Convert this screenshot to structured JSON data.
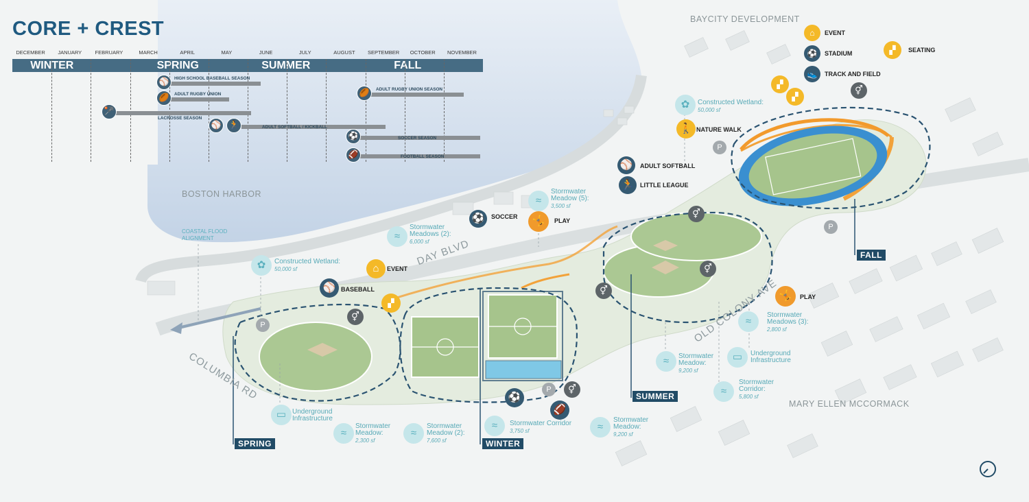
{
  "title": "CORE + CREST",
  "timeline": {
    "months": [
      "DECEMBER",
      "JANUARY",
      "FEBRUARY",
      "MARCH",
      "APRIL",
      "MAY",
      "JUNE",
      "JULY",
      "AUGUST",
      "SEPTEMBER",
      "OCTOBER",
      "NOVEMBER"
    ],
    "seasons": [
      "WINTER",
      "SPRING",
      "SUMMER",
      "FALL"
    ],
    "rows": [
      {
        "label": "HIGH SCHOOL BASEBALL SEASON",
        "icon": "baseball-icon"
      },
      {
        "label": "ADULT RUGBY UNION",
        "icon": "rugby-icon"
      },
      {
        "label": "LACROSSE SEASON",
        "icon": "lacrosse-icon"
      },
      {
        "label": "ADULT SOFTBALL / KICKBALL",
        "icon": "softball-icon"
      },
      {
        "label": "ADULT RUGBY UNION SEASON",
        "icon": "rugby-icon"
      },
      {
        "label": "SOCCER SEASON",
        "icon": "soccer-icon"
      },
      {
        "label": "FOOTBALL SEASON",
        "icon": "football-icon"
      }
    ]
  },
  "areas": {
    "baycity": "BAYCITY DEVELOPMENT",
    "harbor": "BOSTON HARBOR",
    "mary": "MARY ELLEN MCCORMACK",
    "coastal": "COASTAL FLOOD\nALIGNMENT"
  },
  "roads": {
    "day": "DAY BLVD",
    "columbia": "COLUMBIA RD",
    "colony": "OLD COLONY AVE"
  },
  "legend": {
    "event": "EVENT",
    "stadium": "STADIUM",
    "track": "TRACK AND FIELD",
    "seating": "SEATING"
  },
  "activities": {
    "nature_walk": "NATURE WALK",
    "adult_softball": "ADULT SOFTBALL",
    "little_league": "LITTLE LEAGUE",
    "soccer": "SOCCER",
    "play1": "PLAY",
    "event": "EVENT",
    "baseball": "BASEBALL",
    "play2": "PLAY"
  },
  "stormwater": [
    {
      "name": "Constructed Wetland:",
      "size": "50,000 sf"
    },
    {
      "name": "Stormwater\nMeadow (5):",
      "size": "3,500 sf"
    },
    {
      "name": "Stormwater\nMeadows (2):",
      "size": "6,000 sf"
    },
    {
      "name": "Constructed Wetland:",
      "size": "50,000 sf"
    },
    {
      "name": "Stormwater\nMeadows (3):",
      "size": "2,800 sf"
    },
    {
      "name": "Underground\nInfrastructure",
      "size": ""
    },
    {
      "name": "Stormwater\nMeadow:",
      "size": "9,200 sf"
    },
    {
      "name": "Stormwater\nCorridor:",
      "size": "5,800 sf"
    },
    {
      "name": "Underground\nInfrastructure",
      "size": ""
    },
    {
      "name": "Stormwater\nMeadow:",
      "size": "2,300 sf"
    },
    {
      "name": "Stormwater\nMeadow (2):",
      "size": "7,600 sf"
    },
    {
      "name": "Stormwater Corridor",
      "size": "3,750 sf"
    },
    {
      "name": "Stormwater\nMeadow:",
      "size": "9,200 sf"
    }
  ],
  "season_tags": {
    "spring": "SPRING",
    "winter": "WINTER",
    "summer": "SUMMER",
    "fall": "FALL"
  },
  "parking": "P",
  "colors": {
    "navy": "#214b66",
    "bar": "#466c84",
    "orange": "#f09a2c",
    "yellow": "#f4b928",
    "water": "#c9d9ea",
    "field": "#a6c48c",
    "track": "#3a8fd0"
  }
}
